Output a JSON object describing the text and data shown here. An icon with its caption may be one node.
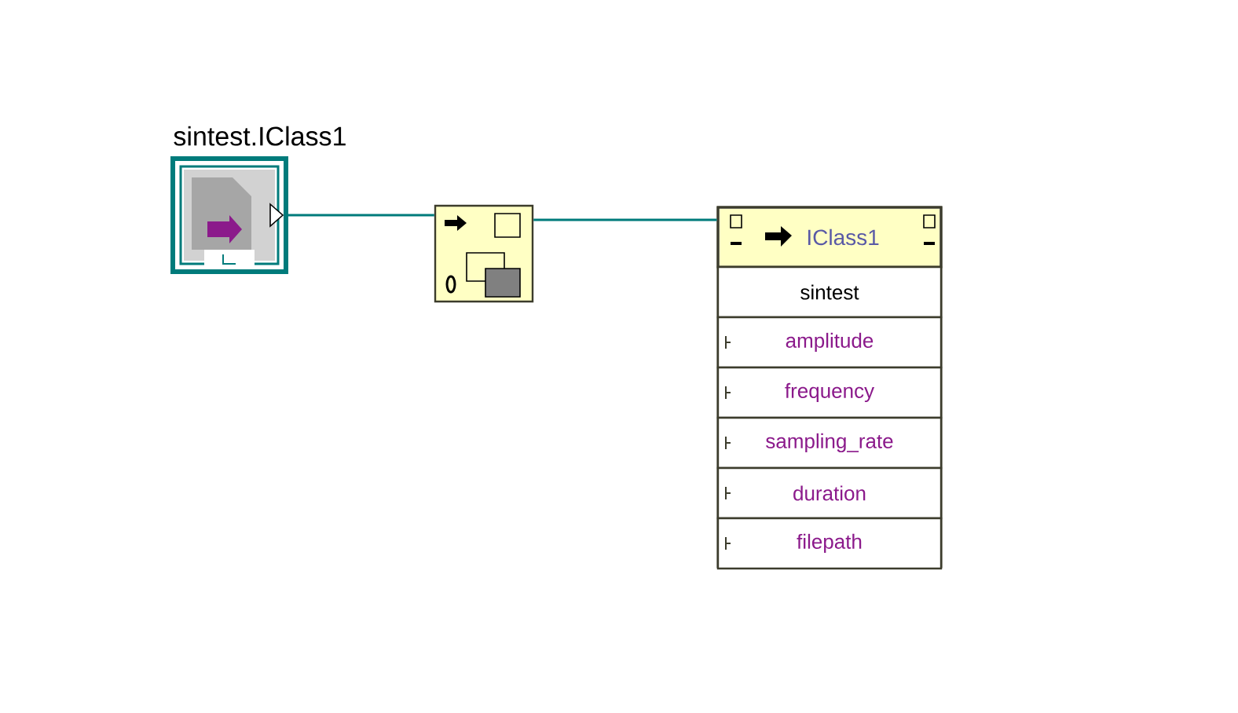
{
  "diagram": {
    "nodes": [
      {
        "text": [
          "sintest.IClass1"
        ]
      },
      {
        "text": [],
        "shape": "box"
      },
      {
        "text": [
          "IClass1"
        ]
      },
      {
        "text": [
          "sintest"
        ],
        "in": 2
      },
      {
        "text": [
          "amplitude"
        ],
        "in": 2
      },
      {
        "text": [
          "frequency"
        ],
        "in": 2
      },
      {
        "text": [
          "sampling_rate"
        ],
        "in": 2
      },
      {
        "text": [
          "duration"
        ],
        "in": 2
      },
      {
        "text": [
          "filepath"
        ],
        "in": 2
      }
    ],
    "edges": [
      {
        "from": 0,
        "to": 1,
        "arrow": "none"
      },
      {
        "from": 1,
        "to": 2,
        "arrow": "none"
      }
    ]
  }
}
